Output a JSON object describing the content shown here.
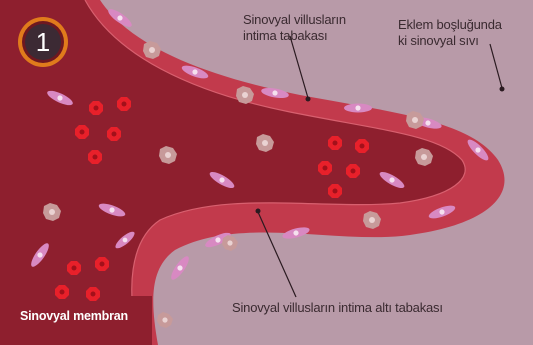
{
  "badge": {
    "number": "1"
  },
  "labels": {
    "intima_line1": "Sinovyal villusların",
    "intima_line2": "intima tabakası",
    "fluid_line1": "Eklem boşluğunda",
    "fluid_line2": "ki sinovyal sıvı",
    "subintima": "Sinovyal villusların intima altı tabakası",
    "membrane": "Sinovyal membran"
  },
  "colors": {
    "joint_fluid": "#b89aa8",
    "subintima_tissue": "#8e1f2e",
    "intima_layer": "#c23a4c",
    "synoviocyte": "#d889c2",
    "blood_cell": "#e8202a",
    "macrophage": "#c79a9a",
    "badge_ring": "#e07b1c"
  }
}
